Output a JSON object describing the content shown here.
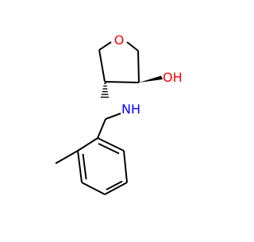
{
  "molecule": {
    "atoms": {
      "ring_oxygen": {
        "label": "O",
        "color": "#ff0000"
      },
      "hydroxyl": {
        "label": "OH",
        "color": "#ff0000"
      },
      "amine": {
        "label": "NH",
        "color": "#0000ff"
      }
    },
    "bond_color": "#000000"
  }
}
